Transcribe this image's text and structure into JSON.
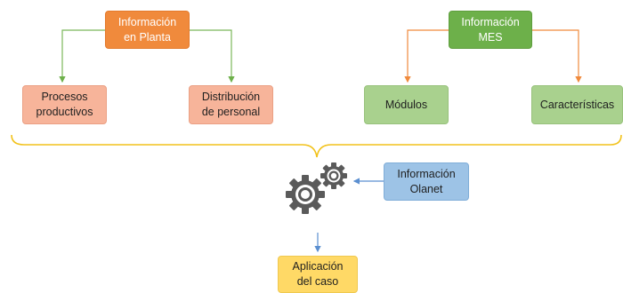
{
  "nodes": {
    "info_planta": "Información\nen Planta",
    "procesos": "Procesos\nproductivos",
    "distribucion": "Distribución\nde personal",
    "info_mes": "Información\nMES",
    "modulos": "Módulos",
    "caracteristicas": "Características",
    "info_olanet": "Información\nOlanet",
    "aplicacion": "Aplicación\ndel caso"
  },
  "icons": {
    "gears": "gears-icon"
  },
  "colors": {
    "orange": "#f08a3c",
    "salmon": "#f7b49a",
    "green": "#6db04a",
    "light_green": "#a9d18e",
    "blue": "#9dc3e6",
    "yellow": "#ffd966",
    "brace": "#f2c21b",
    "gear": "#5a5a5a"
  }
}
